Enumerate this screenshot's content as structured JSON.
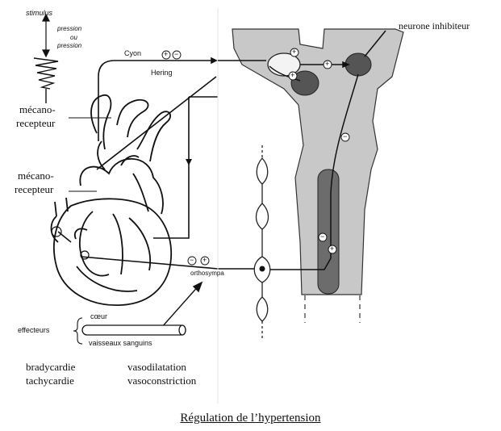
{
  "labels": {
    "stimulus": "stimulus",
    "pression_up": "pression",
    "ou": "ou",
    "pression_down": "pression",
    "mecano_1a": "mécano-",
    "mecano_1b": "recepteur",
    "mecano_2a": "mécano-",
    "mecano_2b": "recepteur",
    "cyon": "Cyon",
    "hering": "Hering",
    "neurone_inhibiteur": "neurone inhibiteur",
    "orthosympa": "orthosympa",
    "coeur": "cœur",
    "effecteurs": "effecteurs",
    "vaisseaux": "vaisseaux sanguins",
    "bradycardie": "bradycardie",
    "tachycardie": "tachycardie",
    "vasodilatation": "vasodilatation",
    "vasoconstriction": "vasoconstriction"
  },
  "signs": {
    "plus": "+",
    "minus": "−"
  },
  "caption": "Régulation de l’hypertension"
}
